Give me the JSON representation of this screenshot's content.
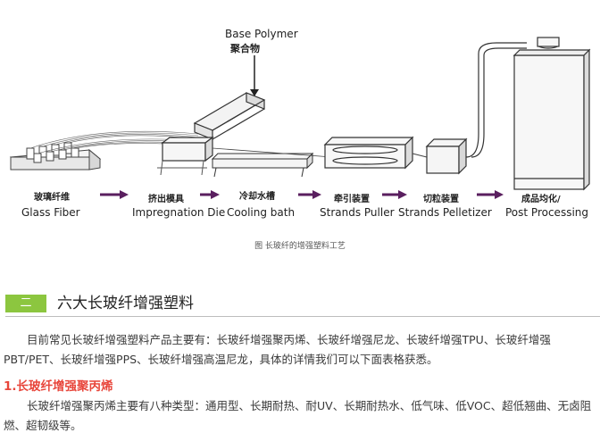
{
  "diagram": {
    "input_label_en": "Base Polymer",
    "input_label_zh": "聚合物",
    "stages": [
      {
        "zh": "玻璃纤维",
        "en": "Glass Fiber"
      },
      {
        "zh": "挤出模具",
        "en": "Impregnation Die"
      },
      {
        "zh": "冷却水槽",
        "en": "Cooling bath"
      },
      {
        "zh": "牵引装置",
        "en": "Strands Puller"
      },
      {
        "zh": "切粒装置",
        "en": "Strands Pelletizer"
      },
      {
        "zh": "成品均化/",
        "en": "Post Processing"
      }
    ],
    "caption": "图 长玻纤的增强塑料工艺",
    "arrow_color": "#5a1f5f"
  },
  "section": {
    "number": "二",
    "title": "六大长玻纤增强塑料",
    "badge_color": "#8cc63f"
  },
  "paragraphs": {
    "intro": "目前常见长玻纤增强塑料产品主要有：长玻纤增强聚丙烯、长玻纤增强尼龙、长玻纤增强TPU、长玻纤增强PBT/PET、长玻纤增强PPS、长玻纤增强高温尼龙，具体的详情我们可以下面表格获悉。",
    "subheading": "1.长玻纤增强聚丙烯",
    "pp_text": "长玻纤增强聚丙烯主要有八种类型：通用型、长期耐热、耐UV、长期耐热水、低气味、低VOC、超低翘曲、无卤阻燃、超韧级等。",
    "subheading_color": "#e8463b"
  }
}
